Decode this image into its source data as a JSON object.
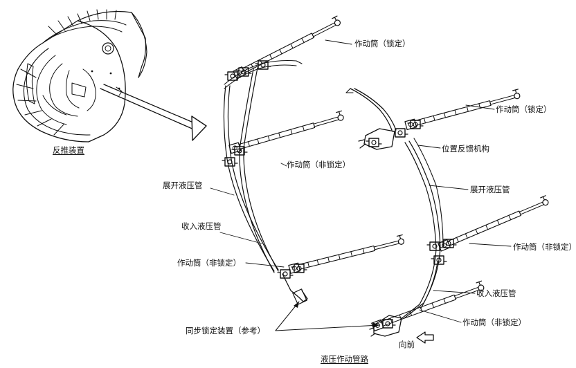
{
  "labels": {
    "reverser_caption": "反推装置",
    "hydraulic_caption": "液压作动管路",
    "actuator_locking_upper_left": "作动筒（锁定）",
    "actuator_locking_upper_right": "作动筒（锁定）",
    "actuator_nonlocking_mid_left": "作动筒（非锁定）",
    "actuator_nonlocking_lower_left": "作动筒（非锁定）",
    "actuator_nonlocking_mid_right": "作动筒（非锁定）",
    "actuator_nonlocking_lower_right": "作动筒（非锁定）",
    "position_feedback": "位置反馈机构",
    "extend_tube_left": "展开液压管",
    "extend_tube_right": "展开液压管",
    "retract_tube_left": "收入液压管",
    "retract_tube_right": "收入液压管",
    "sync_lock": "同步锁定装置（参考）",
    "forward": "向前"
  },
  "colors": {
    "ink": "#111111",
    "background": "#ffffff"
  }
}
